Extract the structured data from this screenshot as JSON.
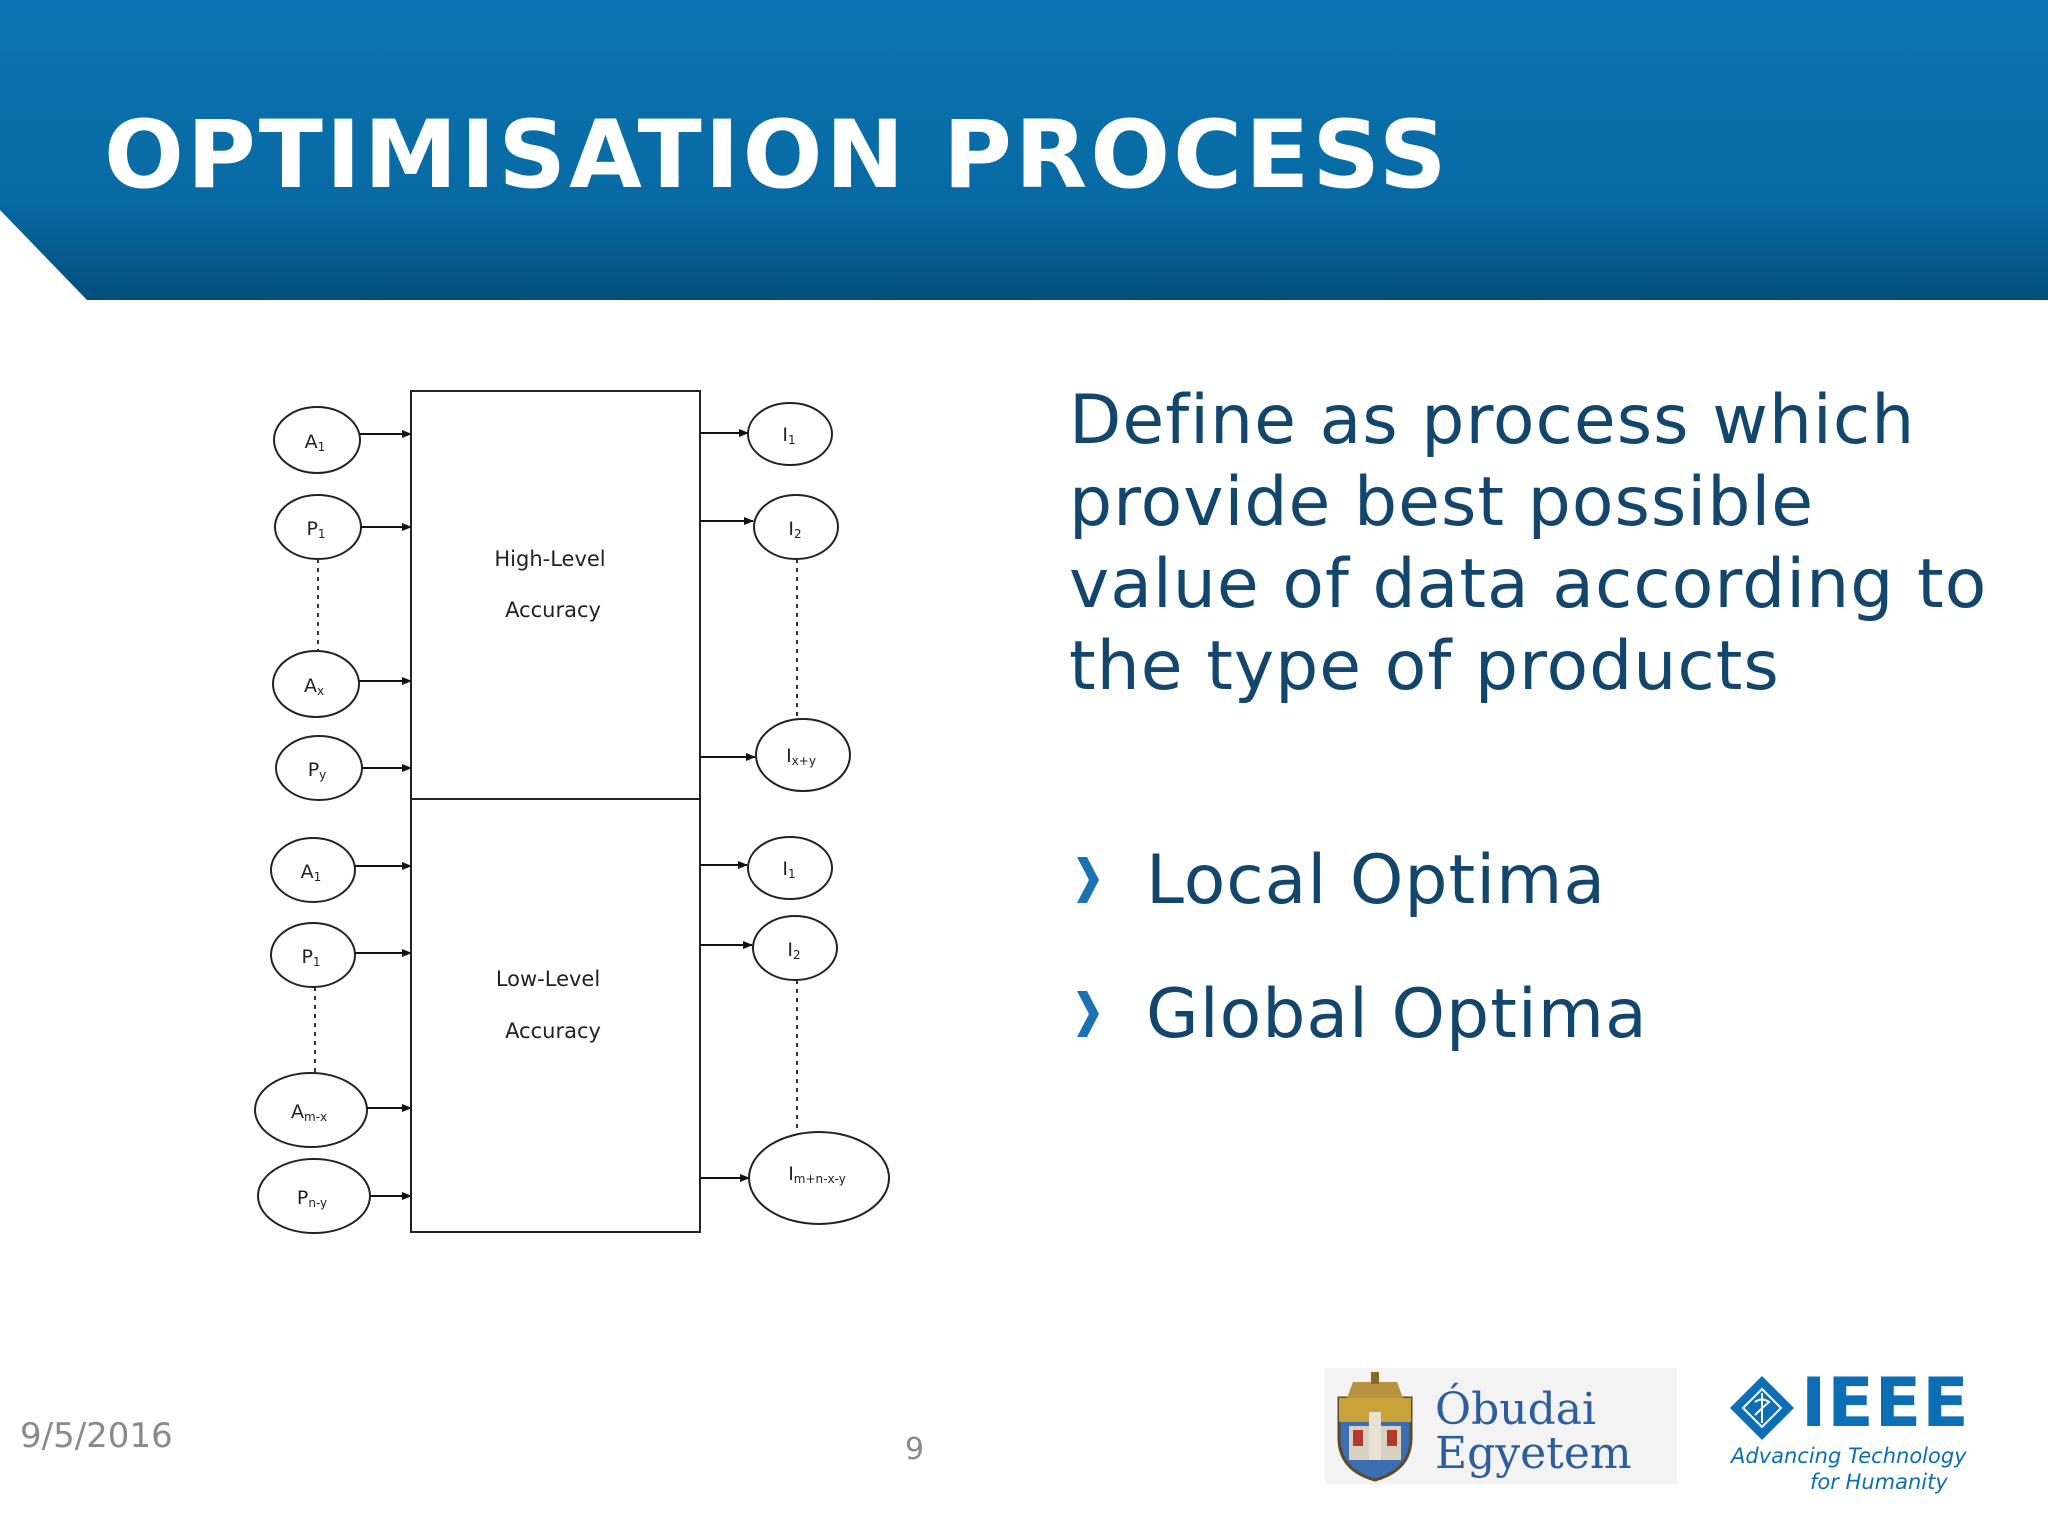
{
  "slide": {
    "title": "OPTIMISATION PROCESS",
    "definition": "Define as process which provide best possible value of data according to the type of products",
    "bullets": [
      {
        "label": "Local Optima"
      },
      {
        "label": "Global Optima"
      }
    ],
    "date": "9/5/2016",
    "page_number": "9"
  },
  "diagram": {
    "high_block": {
      "line1": "High-Level",
      "line2": "Accuracy"
    },
    "low_block": {
      "line1": "Low-Level",
      "line2": "Accuracy"
    },
    "high_inputs": [
      {
        "base": "A",
        "sub": "1"
      },
      {
        "base": "P",
        "sub": "1"
      },
      {
        "base": "A",
        "sub": "x"
      },
      {
        "base": "P",
        "sub": "y"
      }
    ],
    "high_outputs": [
      {
        "base": "I",
        "sub": "1"
      },
      {
        "base": "I",
        "sub": "2"
      },
      {
        "base": "I",
        "sub": "x+y"
      }
    ],
    "low_inputs": [
      {
        "base": "A",
        "sub": "1"
      },
      {
        "base": "P",
        "sub": "1"
      },
      {
        "base": "A",
        "sub": "m-x"
      },
      {
        "base": "P",
        "sub": "n-y"
      }
    ],
    "low_outputs": [
      {
        "base": "I",
        "sub": "1"
      },
      {
        "base": "I",
        "sub": "2"
      },
      {
        "base": "I",
        "sub": "m+n-x-y"
      }
    ]
  },
  "logos": {
    "obuda": {
      "line1": "Óbudai",
      "line2": "Egyetem"
    },
    "ieee": {
      "word": "IEEE",
      "tagline1": "Advancing Technology",
      "tagline2": "for Humanity"
    }
  },
  "colors": {
    "header_blue": "#0a6eaa",
    "header_dark": "#064a78",
    "text_navy": "#12466d",
    "ieee_blue": "#0c6fb5"
  },
  "icons": [
    "chevron-right-icon",
    "obuda-crest-icon",
    "ieee-diamond-icon"
  ]
}
